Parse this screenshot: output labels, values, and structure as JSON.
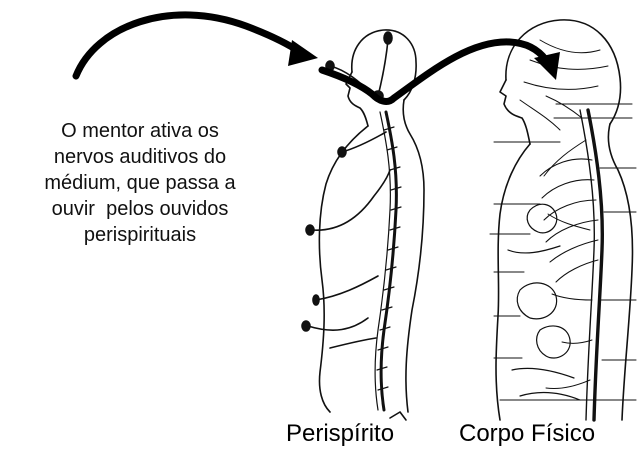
{
  "caption": {
    "lines": [
      "O mentor ativa os",
      "nervos auditivos do",
      "médium, que passa a",
      "ouvir  pelos ouvidos",
      "perispirituais"
    ]
  },
  "figures": {
    "left_label": "Perispírito",
    "right_label": "Corpo Físico"
  },
  "colors": {
    "ink": "#000000",
    "background": "#ffffff"
  }
}
